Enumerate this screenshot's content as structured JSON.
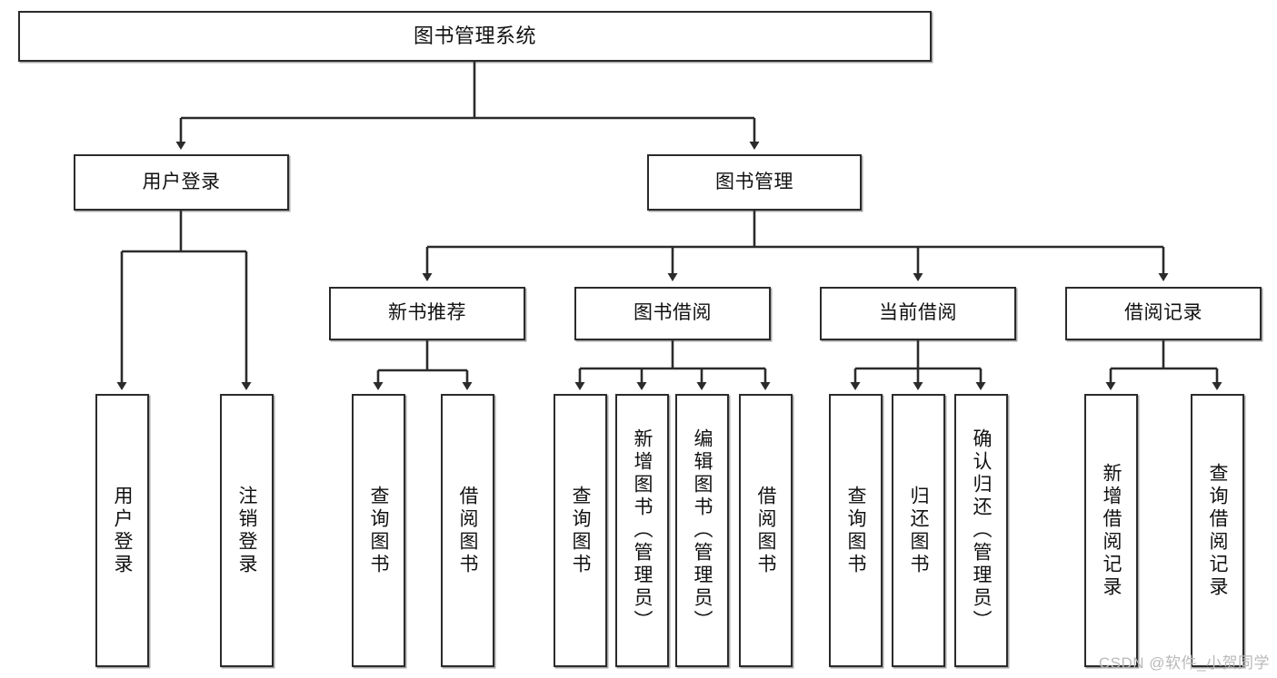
{
  "diagram": {
    "title": "图书管理系统",
    "type": "tree-hierarchy-diagram",
    "root": {
      "label": "图书管理系统"
    },
    "level2": [
      {
        "label": "用户登录"
      },
      {
        "label": "图书管理"
      }
    ],
    "level3": [
      {
        "label": "新书推荐"
      },
      {
        "label": "图书借阅"
      },
      {
        "label": "当前借阅"
      },
      {
        "label": "借阅记录"
      }
    ],
    "leaves": {
      "user_login": [
        {
          "label": "用户登录"
        },
        {
          "label": "注销登录"
        }
      ],
      "new_book_recommend": [
        {
          "label": "查询图书"
        },
        {
          "label": "借阅图书"
        }
      ],
      "book_borrow": [
        {
          "label": "查询图书"
        },
        {
          "label": "新增图书（管理员）"
        },
        {
          "label": "编辑图书（管理员）"
        },
        {
          "label": "借阅图书"
        }
      ],
      "current_borrow": [
        {
          "label": "查询图书"
        },
        {
          "label": "归还图书"
        },
        {
          "label": "确认归还（管理员）"
        }
      ],
      "borrow_record": [
        {
          "label": "新增借阅记录"
        },
        {
          "label": "查询借阅记录"
        }
      ]
    }
  },
  "watermark": {
    "text": "CSDN @软件_小贺同学"
  },
  "colors": {
    "box_border": "#2b2b2b",
    "box_fill": "#ffffff",
    "connector": "#2b2b2b",
    "text": "#111111",
    "watermark": "#b9b9b9"
  }
}
